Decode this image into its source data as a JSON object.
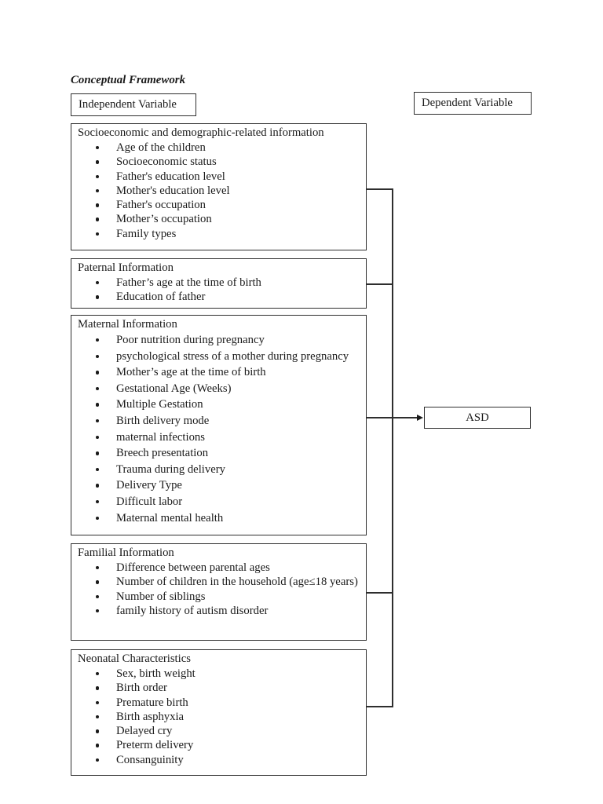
{
  "page": {
    "title": "Conceptual Framework"
  },
  "colors": {
    "text": "#1a1a1a",
    "line": "#2e2e2e",
    "background": "#ffffff"
  },
  "variable_labels": {
    "independent": "Independent Variable",
    "dependent": "Dependent Variable"
  },
  "outcome": {
    "label": "ASD"
  },
  "boxes": [
    {
      "heading": "Socioeconomic and demographic-related information",
      "items": [
        "Age of the children",
        "Socioeconomic status",
        "Father's education level",
        "Mother's education level",
        "Father's occupation",
        "Mother’s occupation",
        "Family types"
      ]
    },
    {
      "heading": "Paternal Information",
      "items": [
        "Father’s age at the time of birth",
        "Education of father"
      ]
    },
    {
      "heading": "Maternal Information",
      "items": [
        "Poor nutrition during pregnancy",
        "psychological stress of a mother during pregnancy",
        "Mother’s age at the time of birth",
        "Gestational Age (Weeks)",
        "Multiple Gestation",
        "Birth delivery mode",
        "maternal infections",
        "Breech presentation",
        "Trauma during delivery",
        "Delivery Type",
        "Difficult labor",
        "Maternal mental health"
      ]
    },
    {
      "heading": "Familial Information",
      "items": [
        "Difference between parental ages",
        "Number of children in the household (age≤18 years)",
        "Number of siblings",
        "family history of autism disorder"
      ]
    },
    {
      "heading": "Neonatal Characteristics",
      "items": [
        "Sex, birth weight",
        "Birth order",
        "Premature birth",
        "Birth asphyxia",
        "Delayed cry",
        "Preterm delivery",
        "Consanguinity"
      ]
    }
  ]
}
